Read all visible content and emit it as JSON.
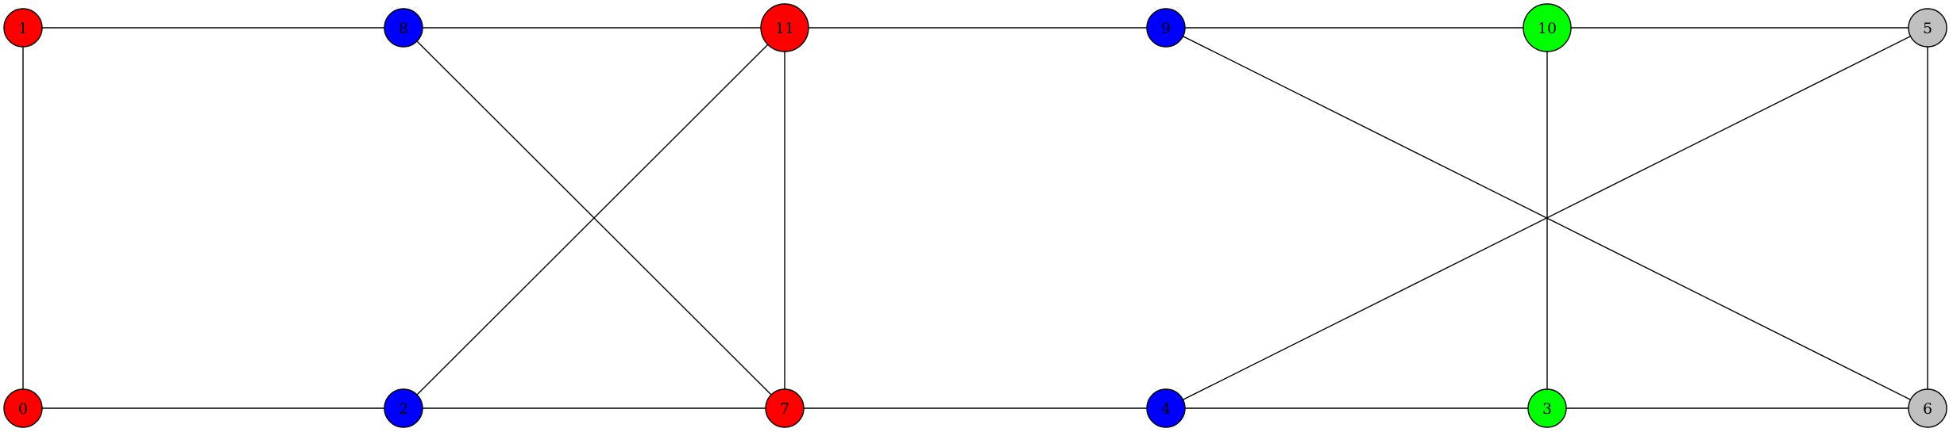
{
  "colors": {
    "red": "#ff0000",
    "blue": "#0000ff",
    "green": "#00ff00",
    "gray": "#c0c0c0"
  },
  "nodes": [
    {
      "id": "0",
      "label": "0",
      "color": "red"
    },
    {
      "id": "1",
      "label": "1",
      "color": "red"
    },
    {
      "id": "2",
      "label": "2",
      "color": "blue"
    },
    {
      "id": "3",
      "label": "3",
      "color": "green"
    },
    {
      "id": "4",
      "label": "4",
      "color": "blue"
    },
    {
      "id": "5",
      "label": "5",
      "color": "gray"
    },
    {
      "id": "6",
      "label": "6",
      "color": "gray"
    },
    {
      "id": "7",
      "label": "7",
      "color": "red"
    },
    {
      "id": "8",
      "label": "8",
      "color": "blue"
    },
    {
      "id": "9",
      "label": "9",
      "color": "blue"
    },
    {
      "id": "10",
      "label": "10",
      "color": "green"
    },
    {
      "id": "11",
      "label": "11",
      "color": "red"
    }
  ],
  "edges": [
    [
      "1",
      "8"
    ],
    [
      "8",
      "11"
    ],
    [
      "11",
      "9"
    ],
    [
      "9",
      "10"
    ],
    [
      "10",
      "5"
    ],
    [
      "0",
      "2"
    ],
    [
      "2",
      "7"
    ],
    [
      "7",
      "4"
    ],
    [
      "4",
      "3"
    ],
    [
      "3",
      "6"
    ],
    [
      "1",
      "0"
    ],
    [
      "11",
      "7"
    ],
    [
      "10",
      "3"
    ],
    [
      "5",
      "6"
    ],
    [
      "8",
      "7"
    ],
    [
      "11",
      "2"
    ],
    [
      "9",
      "6"
    ],
    [
      "5",
      "4"
    ]
  ]
}
